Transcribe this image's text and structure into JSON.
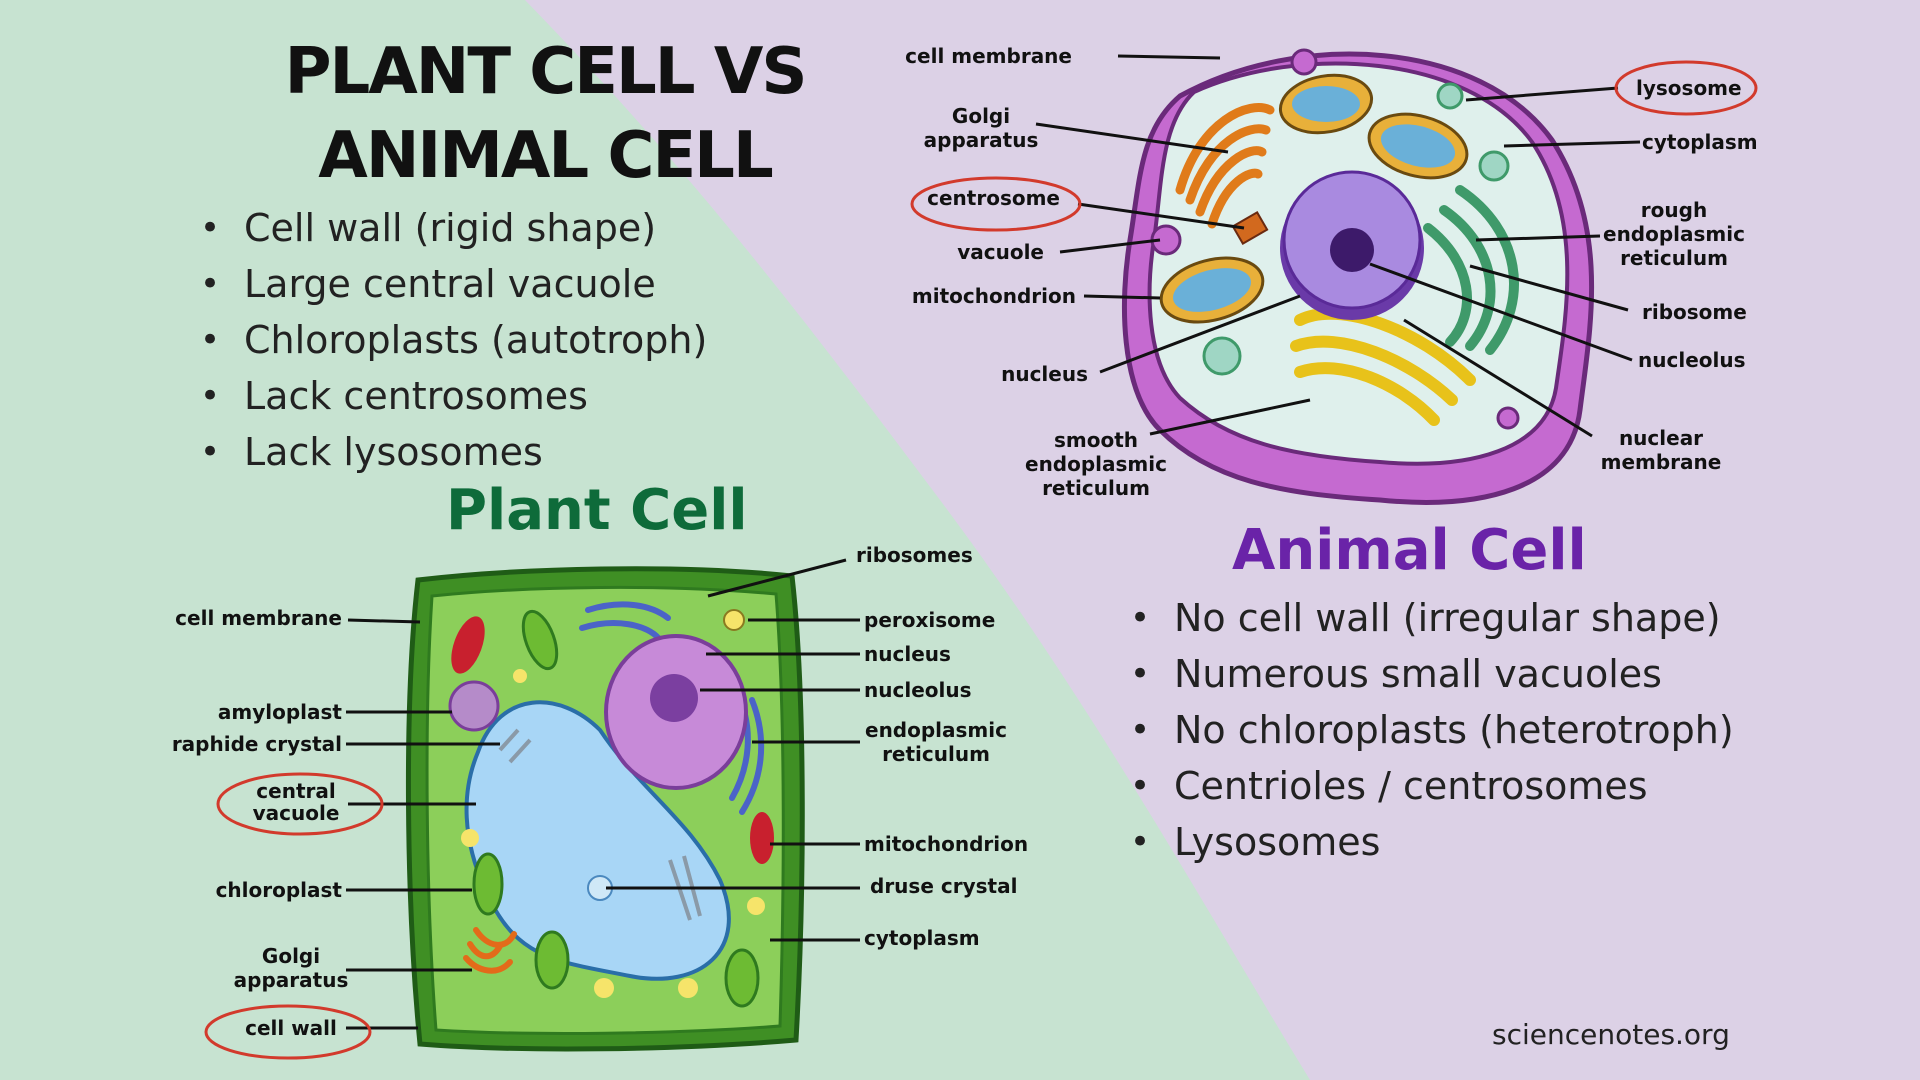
{
  "title": {
    "line1": "PLANT CELL VS",
    "line2": "ANIMAL CELL"
  },
  "plant_traits": [
    "Cell wall (rigid shape)",
    "Large central vacuole",
    "Chloroplasts (autotroph)",
    "Lack centrosomes",
    "Lack lysosomes"
  ],
  "plant_heading": "Plant Cell",
  "animal_heading": "Animal Cell",
  "animal_traits": [
    "No cell wall (irregular shape)",
    "Numerous small vacuoles",
    "No chloroplasts (heterotroph)",
    "Centrioles / centrosomes",
    "Lysosomes"
  ],
  "plant_labels": {
    "ribosomes": "ribosomes",
    "cell_membrane": "cell membrane",
    "peroxisome": "peroxisome",
    "nucleus": "nucleus",
    "nucleolus": "nucleolus",
    "amyloplast": "amyloplast",
    "raphide_crystal": "raphide crystal",
    "endoplasmic_reticulum_1": "endoplasmic",
    "endoplasmic_reticulum_2": "reticulum",
    "central_vacuole_1": "central",
    "central_vacuole_2": "vacuole",
    "mitochondrion": "mitochondrion",
    "chloroplast": "chloroplast",
    "druse_crystal": "druse crystal",
    "cytoplasm": "cytoplasm",
    "golgi_1": "Golgi",
    "golgi_2": "apparatus",
    "cell_wall": "cell wall"
  },
  "animal_labels": {
    "cell_membrane": "cell membrane",
    "lysosome": "lysosome",
    "golgi_1": "Golgi",
    "golgi_2": "apparatus",
    "cytoplasm": "cytoplasm",
    "centrosome": "centrosome",
    "rough_er_1": "rough",
    "rough_er_2": "endoplasmic",
    "rough_er_3": "reticulum",
    "vacuole": "vacuole",
    "ribosome": "ribosome",
    "mitochondrion": "mitochondrion",
    "nucleolus": "nucleolus",
    "nucleus": "nucleus",
    "smooth_er_1": "smooth",
    "smooth_er_2": "endoplasmic",
    "smooth_er_3": "reticulum",
    "nuclear_membrane_1": "nuclear",
    "nuclear_membrane_2": "membrane"
  },
  "footer": "sciencenotes.org",
  "colors": {
    "plant_bg": "#c7e3d1",
    "animal_bg": "#dcd1e6",
    "plant_heading": "#0e6b3a",
    "animal_heading": "#6a23a8",
    "circle_red": "#d23a2c"
  }
}
